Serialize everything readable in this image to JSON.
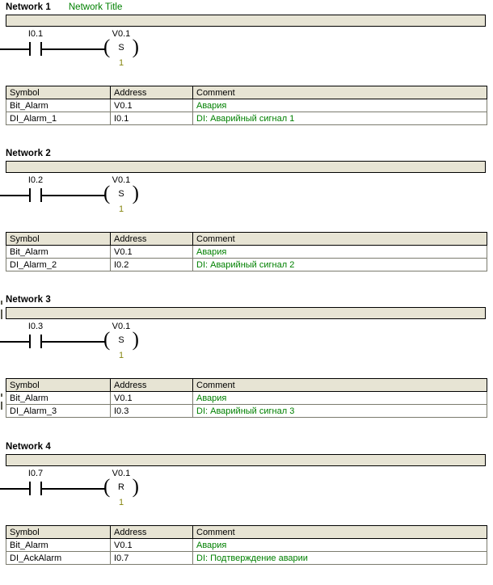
{
  "page": {
    "colors": {
      "title_bar_bg": "#e7e4d4",
      "comment_green": "#008000",
      "coil_count_olive": "#878711",
      "table_header_bg": "#e7e4d4",
      "border": "#7b7b6e"
    }
  },
  "table_headers": {
    "symbol": "Symbol",
    "address": "Address",
    "comment": "Comment"
  },
  "networks": [
    {
      "label": "Network 1",
      "title": "Network Title",
      "rung": {
        "contact_operand": "I0.1",
        "contact_type": "normally-open",
        "coil_operand": "V0.1",
        "coil_letter": "S",
        "coil_count": "1"
      },
      "symbols": [
        {
          "symbol": "Bit_Alarm",
          "address": "V0.1",
          "comment": "Авария"
        },
        {
          "symbol": "DI_Alarm_1",
          "address": "I0.1",
          "comment": "DI: Аварийный сигнал 1"
        }
      ]
    },
    {
      "label": "Network 2",
      "title": "",
      "rung": {
        "contact_operand": "I0.2",
        "contact_type": "normally-open",
        "coil_operand": "V0.1",
        "coil_letter": "S",
        "coil_count": "1"
      },
      "symbols": [
        {
          "symbol": "Bit_Alarm",
          "address": "V0.1",
          "comment": "Авария"
        },
        {
          "symbol": "DI_Alarm_2",
          "address": "I0.2",
          "comment": "DI: Аварийный сигнал 2"
        }
      ]
    },
    {
      "label": "Network 3",
      "title": "",
      "rung": {
        "contact_operand": "I0.3",
        "contact_type": "normally-open",
        "coil_operand": "V0.1",
        "coil_letter": "S",
        "coil_count": "1"
      },
      "symbols": [
        {
          "symbol": "Bit_Alarm",
          "address": "V0.1",
          "comment": "Авария"
        },
        {
          "symbol": "DI_Alarm_3",
          "address": "I0.3",
          "comment": "DI: Аварийный сигнал 3"
        }
      ]
    },
    {
      "label": "Network 4",
      "title": "",
      "rung": {
        "contact_operand": "I0.7",
        "contact_type": "normally-open",
        "coil_operand": "V0.1",
        "coil_letter": "R",
        "coil_count": "1"
      },
      "symbols": [
        {
          "symbol": "Bit_Alarm",
          "address": "V0.1",
          "comment": "Авария"
        },
        {
          "symbol": "DI_AckAlarm",
          "address": "I0.7",
          "comment": "DI: Подтверждение аварии"
        }
      ]
    }
  ]
}
